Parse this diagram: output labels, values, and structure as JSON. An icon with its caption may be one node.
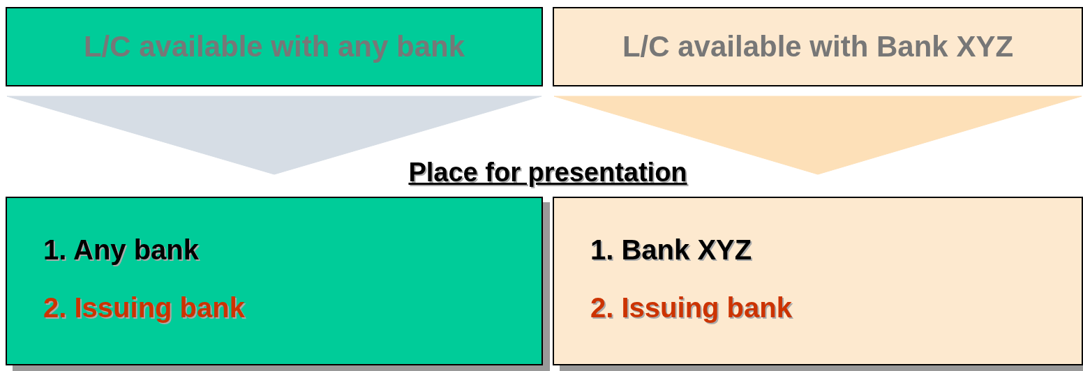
{
  "diagram": {
    "nodes": [
      {
        "text": [
          "L/C available with any bank"
        ]
      },
      {
        "text": [
          "L/C available with Bank XYZ"
        ]
      },
      {
        "text": [
          "1. Any bank",
          "2. Issuing bank"
        ]
      },
      {
        "text": [
          "1. Bank XYZ",
          "2. Issuing bank"
        ]
      }
    ],
    "edges": [
      {
        "from": 0,
        "to": 2,
        "arrow": "to",
        "color": "#d6dde5"
      },
      {
        "from": 1,
        "to": 3,
        "arrow": "to",
        "color": "#fde0b8"
      }
    ],
    "labels": [
      "Place for presentation"
    ]
  }
}
